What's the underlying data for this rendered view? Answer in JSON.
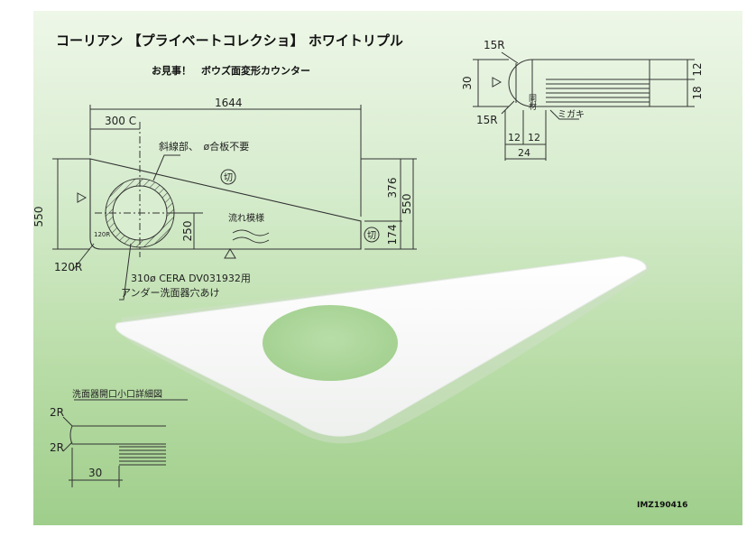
{
  "header": {
    "title": "コーリアン 【プライベートコレクショ】 ホワイトリプル",
    "subtitle": "お見事！　ボウズ面変形カウンター"
  },
  "main_drawing": {
    "dim_total_width": "1644",
    "dim_center_offset": "300 C",
    "dim_height": "550",
    "dim_height_right": "550",
    "dim_right_upper": "376",
    "dim_right_lower": "174",
    "dim_center_height": "250",
    "corner_radius_label": "120R",
    "corner_radius_inner": "120R",
    "hatch_note": "斜線部、　ø合板不要",
    "cut_mark": "切",
    "grain_note": "流れ模様",
    "basin_note_1": "310ø CERA DV031932用",
    "basin_note_2": "アンダー洗面器穴あけ"
  },
  "section_drawing": {
    "radius_top": "15R",
    "radius_bottom": "15R",
    "dim_height": "30",
    "dim_upper": "12",
    "dim_lower": "18",
    "dim_bottom_a": "12",
    "dim_bottom_b": "12",
    "dim_bottom_total": "24",
    "same_material": "同材",
    "polish_note": "ミガキ"
  },
  "detail_drawing": {
    "title": "洗面器開口小口詳細図",
    "radius_top": "2R",
    "radius_bottom": "2R",
    "dim_width": "30"
  },
  "footer": {
    "code": "IMZ190416"
  }
}
